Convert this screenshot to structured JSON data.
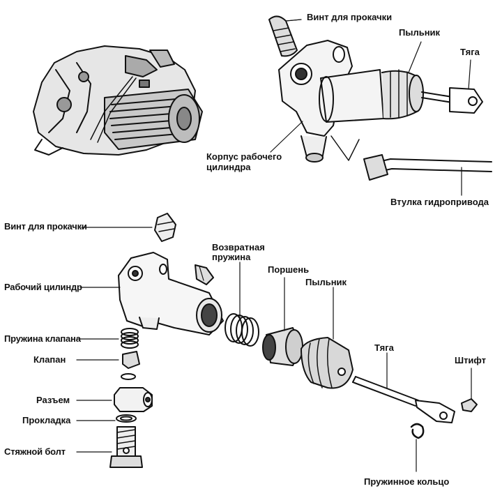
{
  "labels": {
    "bleed_screw_top": "Винт для прокачки",
    "boot_top": "Пыльник",
    "rod_top": "Тяга",
    "cylinder_body_line1": "Корпус рабочего",
    "cylinder_body_line2": "цилиндра",
    "hydraulic_sleeve": "Втулка гидропривода",
    "bleed_screw": "Винт для прокачки",
    "return_spring_line1": "Возвратная",
    "return_spring_line2": "пружина",
    "slave_cylinder": "Рабочий цилиндр",
    "piston": "Поршень",
    "boot": "Пыльник",
    "valve_spring": "Пружина клапана",
    "rod": "Тяга",
    "pin": "Штифт",
    "valve": "Клапан",
    "connector": "Разъем",
    "gasket": "Прокладка",
    "union_bolt": "Стяжной болт",
    "circlip": "Пружинное кольцо"
  }
}
